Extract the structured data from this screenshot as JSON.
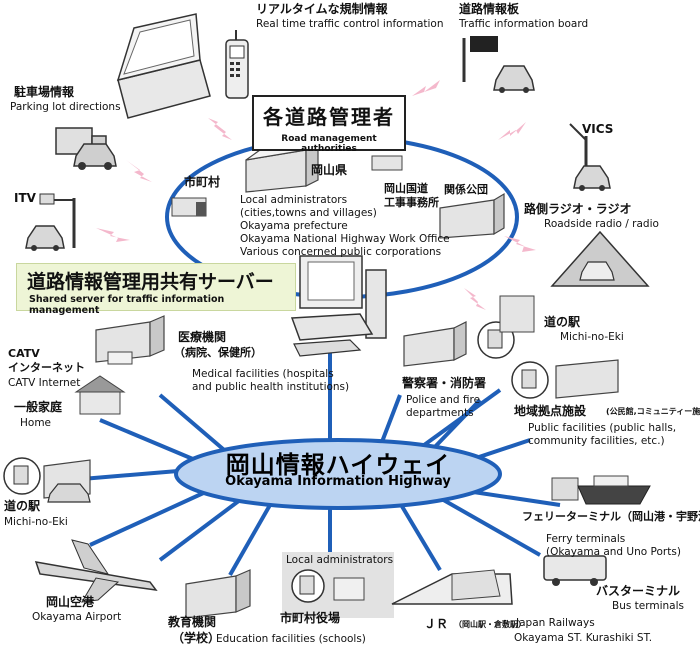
{
  "center_title": {
    "jp": "各道路管理者",
    "en": "Road management authorities"
  },
  "server": {
    "jp": "道路情報管理用共有サーバー",
    "en": "Shared server for traffic information management"
  },
  "hub": {
    "jp": "岡山情報ハイウェイ",
    "en": "Okayama Information Highway"
  },
  "ring": {
    "okayama_pref": "岡山県",
    "municipality": "市町村",
    "national_office": "岡山国道\n工事事務所",
    "related_corp": "関係公団",
    "admins_en": [
      "Local administrators",
      "(cities,towns and villages)",
      "Okayama prefecture",
      "Okayama National Highway Work Office",
      "Various concerned public corporations"
    ]
  },
  "sources": {
    "realtime": {
      "jp": "リアルタイムな規制情報",
      "en": "Real time traffic control information"
    },
    "info_board": {
      "jp": "道路情報板",
      "en": "Traffic information board"
    },
    "parking": {
      "jp": "駐車場情報",
      "en": "Parking lot directions"
    },
    "itv": {
      "jp": "ITV"
    },
    "vics": {
      "jp": "VICS"
    },
    "radio": {
      "jp": "路側ラジオ・ラジオ",
      "en": "Roadside radio / radio"
    }
  },
  "clients": {
    "medical": {
      "jp": "医療機関",
      "jp2": "（病院、保健所）",
      "en": [
        "Medical facilities (hospitals",
        "and public health institutions)"
      ]
    },
    "catv": {
      "jp1": "CATV",
      "jp2": "インターネット",
      "en": "CATV Internet"
    },
    "home": {
      "jp": "一般家庭",
      "en": "Home"
    },
    "police": {
      "jp": "警察署・消防署",
      "en": [
        "Police and fire",
        "departments"
      ]
    },
    "michi_top": {
      "jp": "道の駅",
      "en": "Michi-no-Eki"
    },
    "public": {
      "jp": "地域拠点施設",
      "jp_small": "(公民館,コミュニティー施設)",
      "en": [
        "Public facilities (public halls,",
        "community facilities, etc.)"
      ]
    },
    "michi_left": {
      "jp": "道の駅",
      "en": "Michi-no-Eki"
    },
    "ferry": {
      "jp": "フェリーターミナル（岡山港・宇野港）",
      "en": [
        "Ferry terminals",
        "(Okayama and Uno Ports)"
      ]
    },
    "airport": {
      "jp": "岡山空港",
      "en": "Okayama Airport"
    },
    "education": {
      "jp": "教育機関",
      "jp2": "（学校）",
      "en": "Education facilities (schools)"
    },
    "local_admin": {
      "en": "Local administrators",
      "jp": "市町村役場"
    },
    "jr": {
      "jp": "ＪＲ",
      "jp_small": "（岡山駅・倉敷駅）",
      "en": [
        "Japan Railways",
        "Okayama ST. Kurashiki ST."
      ]
    },
    "bus": {
      "jp": "バスターミナル",
      "en": "Bus terminals"
    }
  },
  "colors": {
    "ring": "#1f5fb8",
    "hub_fill": "#bcd4f2",
    "spokes": "#1f5fb8",
    "wireless": "#f4b8cc",
    "server_box": "#eef5d6"
  }
}
